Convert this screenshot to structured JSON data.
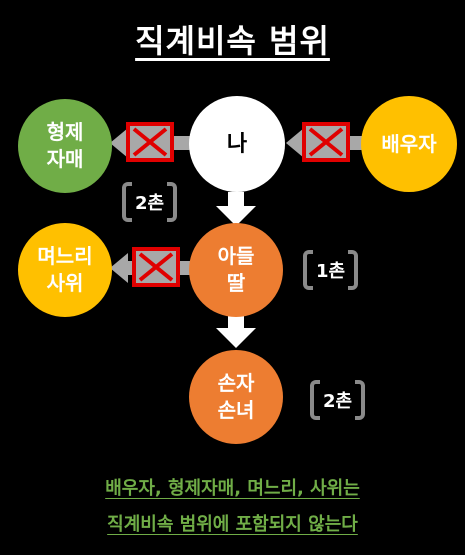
{
  "title": "직계비속 범위",
  "nodes": {
    "me": "나",
    "siblings": "형제\n자매",
    "spouse": "배우자",
    "child": "아들\n딸",
    "in_laws": "며느리\n사위",
    "grandchild": "손자\n손녀"
  },
  "degrees": {
    "siblings": "2촌",
    "child": "1촌",
    "grandchild": "2촌"
  },
  "note": {
    "line1": "배우자, 형제자매, 며느리, 사위는",
    "line2": "직계비속 범위에 포함되지 않는다"
  },
  "colors": {
    "me": "#ffffff",
    "siblings": "#70ad47",
    "spouse": "#ffc000",
    "in_laws": "#ffc000",
    "child": "#ed7d31",
    "grandchild": "#ed7d31",
    "excluded_mark": "#e00000",
    "note": "#70ad47"
  }
}
